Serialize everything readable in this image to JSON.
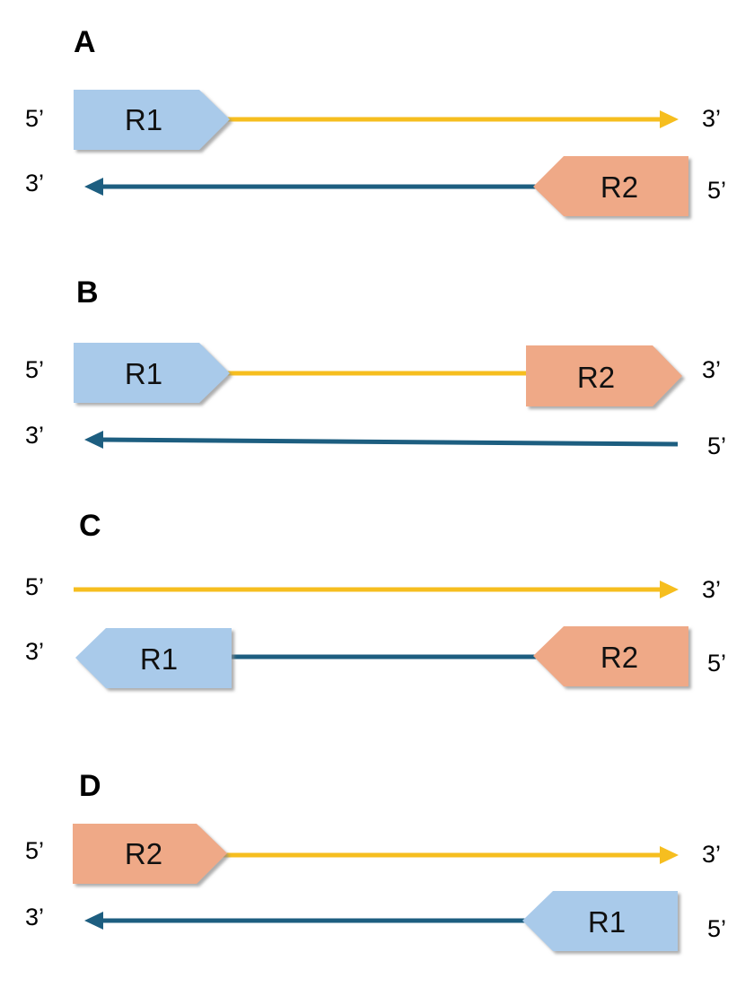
{
  "colors": {
    "top_strand": "#f6be1f",
    "bottom_strand": "#1d5e80",
    "r1_fill": "#a9caea",
    "r2_fill": "#efa987",
    "shadow": "#9a9a9a"
  },
  "panels": [
    {
      "letter": "A",
      "top": {
        "left_end": "5’",
        "right_end": "3’"
      },
      "bottom": {
        "left_end": "3’",
        "right_end": "5’"
      },
      "boxes": [
        {
          "label": "R1",
          "strand": "top",
          "side": "left",
          "direction": "right",
          "color": "r1"
        },
        {
          "label": "R2",
          "strand": "bottom",
          "side": "right",
          "direction": "left",
          "color": "r2"
        }
      ]
    },
    {
      "letter": "B",
      "top": {
        "left_end": "5’",
        "right_end": "3’"
      },
      "bottom": {
        "left_end": "3’",
        "right_end": "5’"
      },
      "boxes": [
        {
          "label": "R1",
          "strand": "top",
          "side": "left",
          "direction": "right",
          "color": "r1"
        },
        {
          "label": "R2",
          "strand": "top",
          "side": "right",
          "direction": "right",
          "color": "r2"
        }
      ]
    },
    {
      "letter": "C",
      "top": {
        "left_end": "5’",
        "right_end": "3’"
      },
      "bottom": {
        "left_end": "3’",
        "right_end": "5’"
      },
      "boxes": [
        {
          "label": "R1",
          "strand": "bottom",
          "side": "left",
          "direction": "left",
          "color": "r1"
        },
        {
          "label": "R2",
          "strand": "bottom",
          "side": "right",
          "direction": "left",
          "color": "r2"
        }
      ]
    },
    {
      "letter": "D",
      "top": {
        "left_end": "5’",
        "right_end": "3’"
      },
      "bottom": {
        "left_end": "3’",
        "right_end": "5’"
      },
      "boxes": [
        {
          "label": "R2",
          "strand": "top",
          "side": "left",
          "direction": "right",
          "color": "r2"
        },
        {
          "label": "R1",
          "strand": "bottom",
          "side": "right",
          "direction": "left",
          "color": "r1"
        }
      ]
    }
  ]
}
